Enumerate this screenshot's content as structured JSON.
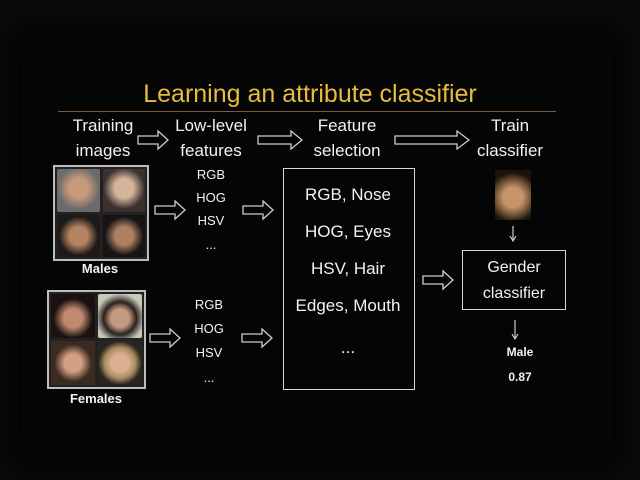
{
  "title": "Learning an attribute classifier",
  "headers": [
    {
      "line1": "Training",
      "line2": "images"
    },
    {
      "line1": "Low-level",
      "line2": "features"
    },
    {
      "line1": "Feature",
      "line2": "selection"
    },
    {
      "line1": "Train",
      "line2": "classifier"
    }
  ],
  "groups": {
    "males": {
      "label": "Males",
      "features": [
        "RGB",
        "HOG",
        "HSV",
        "..."
      ]
    },
    "females": {
      "label": "Females",
      "features": [
        "RGB",
        "HOG",
        "HSV",
        "..."
      ]
    }
  },
  "selected_features": [
    "RGB, Nose",
    "HOG, Eyes",
    "HSV, Hair",
    "Edges, Mouth",
    "..."
  ],
  "classifier": {
    "line1": "Gender",
    "line2": "classifier"
  },
  "output": {
    "label": "Male",
    "score": "0.87"
  },
  "colors": {
    "title": "#e6bd3c",
    "text": "#f2f2f2",
    "background": "#050505"
  }
}
